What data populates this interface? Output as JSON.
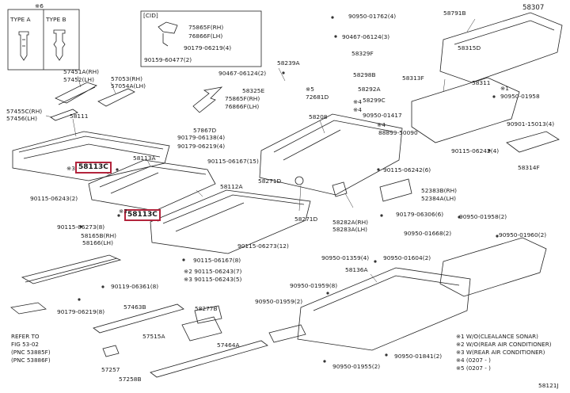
{
  "inset_top_left": {
    "note_mark": "※6",
    "types": [
      {
        "label": "TYPE A"
      },
      {
        "label": "TYPE B"
      }
    ]
  },
  "inset_cid": {
    "title": "[CID]",
    "parts": [
      "75865F(RH)",
      "76866F(LH)",
      "90179-06219(4)",
      "90159-60477(2)"
    ]
  },
  "refer": {
    "lines": [
      "REFER TO",
      "FIG 53-02",
      "(PNC 53885F)",
      "(PNC 53886F)"
    ]
  },
  "callouts": [
    {
      "id": "58113c-a",
      "text": "58113C",
      "highlight": true
    },
    {
      "id": "58113c-b",
      "text": "58113C",
      "highlight": true
    }
  ],
  "labels": [
    {
      "id": "l1",
      "text": "57451A(RH)"
    },
    {
      "id": "l2",
      "text": "57452(LH)"
    },
    {
      "id": "l3",
      "text": "57053(RH)"
    },
    {
      "id": "l4",
      "text": "57054A(LH)"
    },
    {
      "id": "l5",
      "text": "57455C(RH)"
    },
    {
      "id": "l6",
      "text": "57456(LH)"
    },
    {
      "id": "l7",
      "text": "58111"
    },
    {
      "id": "l8",
      "text": "※3"
    },
    {
      "id": "l9",
      "text": "90115-06243(2)"
    },
    {
      "id": "l10",
      "text": "58113A"
    },
    {
      "id": "l11",
      "text": "57867D"
    },
    {
      "id": "l12",
      "text": "90179-06138(4)"
    },
    {
      "id": "l13",
      "text": "90179-06219(4)"
    },
    {
      "id": "l14",
      "text": "90115-06167(15)"
    },
    {
      "id": "l15",
      "text": "58112A"
    },
    {
      "id": "l16",
      "text": "※3"
    },
    {
      "id": "l17",
      "text": "90115-06273(8)"
    },
    {
      "id": "l18",
      "text": "58165B(RH)"
    },
    {
      "id": "l19",
      "text": "58166(LH)"
    },
    {
      "id": "l20",
      "text": "90115-06273(12)"
    },
    {
      "id": "l21",
      "text": "90115-06167(8)"
    },
    {
      "id": "l22",
      "text": "※2 90115-06243(7)"
    },
    {
      "id": "l23",
      "text": "※3 90115-06243(5)"
    },
    {
      "id": "l24",
      "text": "90119-06361(8)"
    },
    {
      "id": "l25",
      "text": "90179-06219(8)"
    },
    {
      "id": "l26",
      "text": "57463B"
    },
    {
      "id": "l27",
      "text": "58277B"
    },
    {
      "id": "l28",
      "text": "57515A"
    },
    {
      "id": "l29",
      "text": "57464A"
    },
    {
      "id": "l30",
      "text": "57257"
    },
    {
      "id": "l31",
      "text": "57258B"
    },
    {
      "id": "l32",
      "text": "90467-06124(2)"
    },
    {
      "id": "l33",
      "text": "58239A"
    },
    {
      "id": "l34",
      "text": "58325E"
    },
    {
      "id": "l35",
      "text": "75865F(RH)"
    },
    {
      "id": "l36",
      "text": "76866F(LH)"
    },
    {
      "id": "l37",
      "text": "※5"
    },
    {
      "id": "l38",
      "text": "72681D"
    },
    {
      "id": "l39",
      "text": "58208"
    },
    {
      "id": "l40",
      "text": "58271D"
    },
    {
      "id": "l41",
      "text": "58271D"
    },
    {
      "id": "l42",
      "text": "90950-01762(4)"
    },
    {
      "id": "l43",
      "text": "90467-06124(3)"
    },
    {
      "id": "l44",
      "text": "58329F"
    },
    {
      "id": "l45",
      "text": "58298B"
    },
    {
      "id": "l46",
      "text": "58292A"
    },
    {
      "id": "l47",
      "text": "※4"
    },
    {
      "id": "l48",
      "text": "58299C"
    },
    {
      "id": "l49",
      "text": "※4"
    },
    {
      "id": "l50",
      "text": "90950-01417"
    },
    {
      "id": "l51",
      "text": "※4"
    },
    {
      "id": "l52",
      "text": "88899-50090"
    },
    {
      "id": "l53",
      "text": "90115-06242(6)"
    },
    {
      "id": "l54",
      "text": "52383B(RH)"
    },
    {
      "id": "l55",
      "text": "52384A(LH)"
    },
    {
      "id": "l56",
      "text": "90179-06306(6)"
    },
    {
      "id": "l57",
      "text": "58282A(RH)"
    },
    {
      "id": "l58",
      "text": "58283A(LH)"
    },
    {
      "id": "l59",
      "text": "58791B"
    },
    {
      "id": "l60",
      "text": "58307"
    },
    {
      "id": "l61",
      "text": "58315D"
    },
    {
      "id": "l62",
      "text": "58313F"
    },
    {
      "id": "l63",
      "text": "58311"
    },
    {
      "id": "l64",
      "text": "※1"
    },
    {
      "id": "l65",
      "text": "90950-01958"
    },
    {
      "id": "l66",
      "text": "90901-15013(4)"
    },
    {
      "id": "l67",
      "text": "90115-06242(4)"
    },
    {
      "id": "l68",
      "text": "58314F"
    },
    {
      "id": "l69",
      "text": "90950-01958(2)"
    },
    {
      "id": "l70",
      "text": "90950-01668(2)"
    },
    {
      "id": "l71",
      "text": "90950-01960(2)"
    },
    {
      "id": "l72",
      "text": "90950-01359(4)"
    },
    {
      "id": "l73",
      "text": "90950-01604(2)"
    },
    {
      "id": "l74",
      "text": "58136A"
    },
    {
      "id": "l75",
      "text": "90950-01959(8)"
    },
    {
      "id": "l76",
      "text": "90950-01959(2)"
    },
    {
      "id": "l77",
      "text": "90950-01841(2)"
    },
    {
      "id": "l78",
      "text": "90950-01955(2)"
    }
  ],
  "notes": [
    "※1 W/O(CLEALANCE SONAR)",
    "※2 W/O(REAR AIR CONDITIONER)",
    "※3 W(REAR AIR CONDITIONER)",
    "※4 (0207 - )",
    "※5 (0207 -       )"
  ],
  "figure_id": "58121J"
}
